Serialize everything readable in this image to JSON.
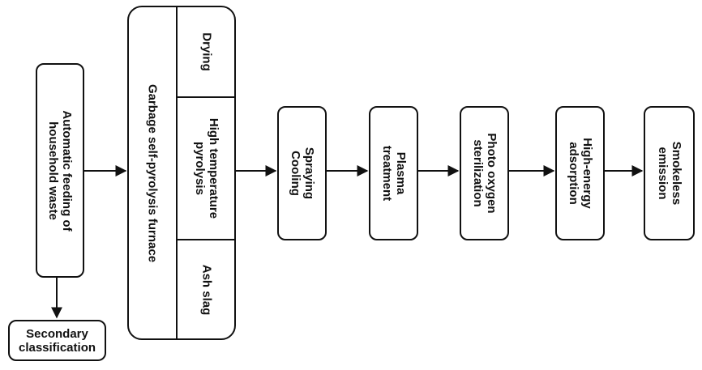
{
  "nodes": {
    "feeding": [
      "Automatic feeding of",
      "household waste"
    ],
    "secondary": [
      "Secondary",
      "classification"
    ],
    "furnace_title": "Garbage self-pyrolysis furnace",
    "furnace_sections": {
      "drying": "Drying",
      "pyrolysis": [
        "High temperature",
        "pyrolysis"
      ],
      "ash": "Ash slag"
    },
    "spraying": [
      "Spraying",
      "Cooling"
    ],
    "plasma": [
      "Plasma",
      "treatment"
    ],
    "photo": [
      "Photo oxygen",
      "sterilization"
    ],
    "adsorption": [
      "High-energy",
      "adsorption"
    ],
    "emission": [
      "Smokeless",
      "emission"
    ]
  },
  "style": {
    "stroke": "#111111"
  }
}
